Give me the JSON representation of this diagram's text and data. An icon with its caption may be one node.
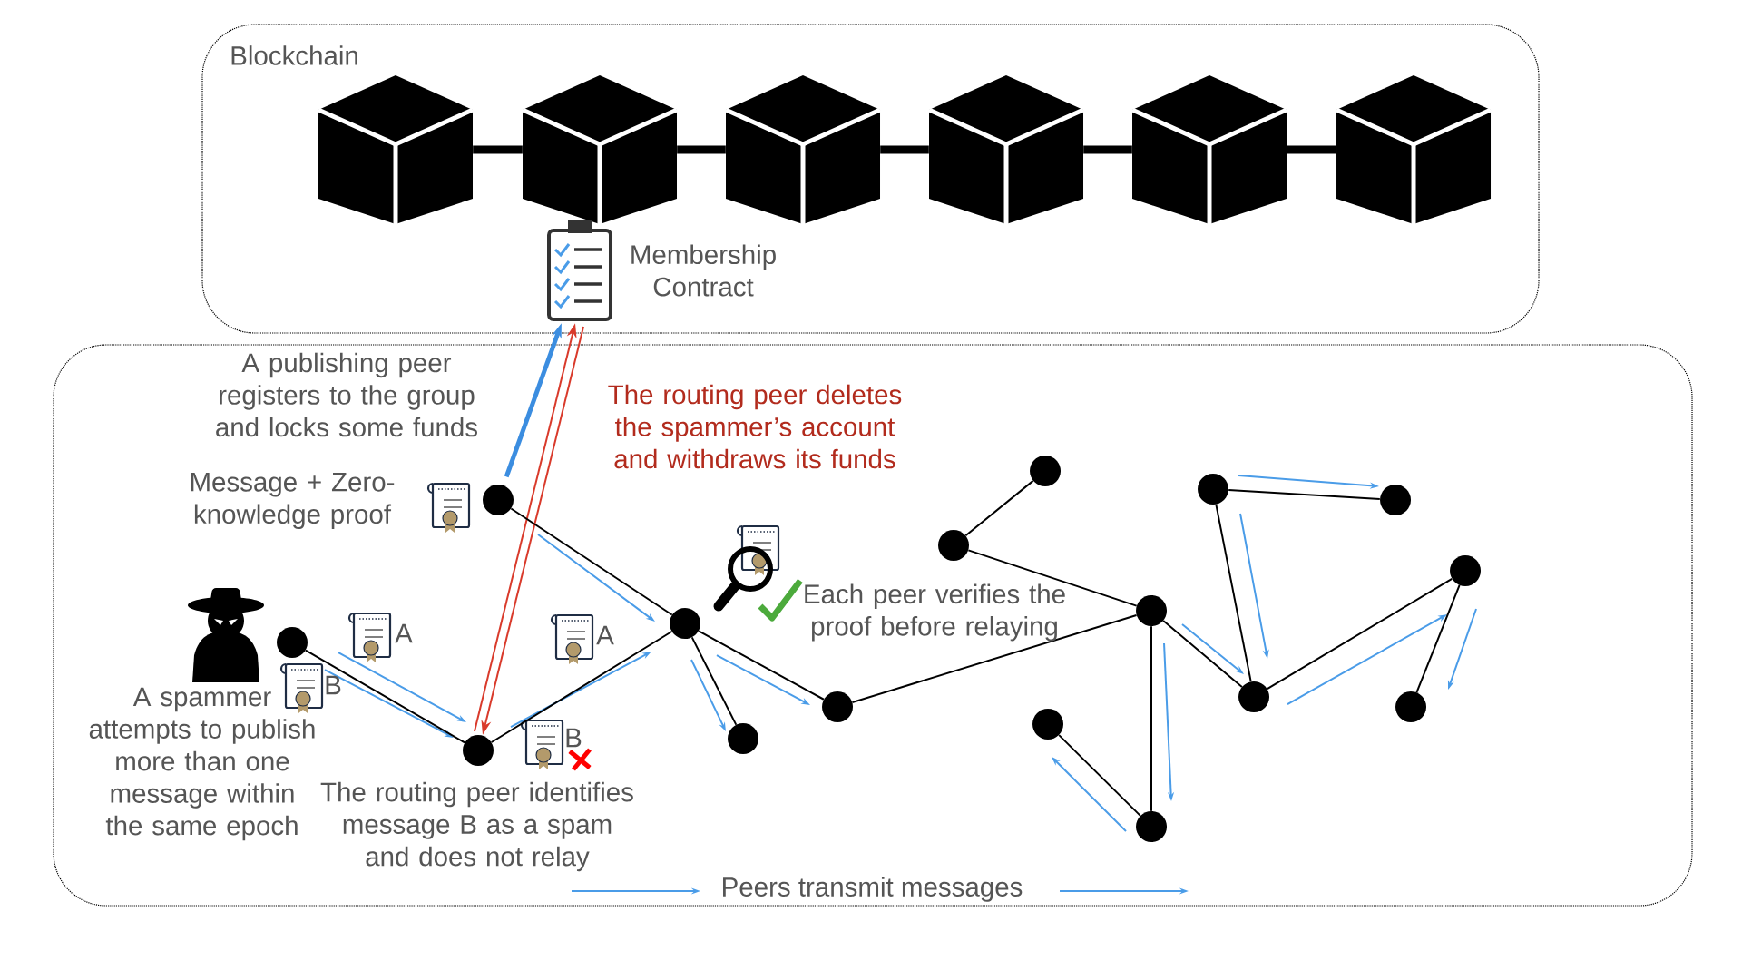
{
  "diagram": {
    "nodes": [
      {
        "text": [
          "Blockchain"
        ]
      },
      {
        "text": [],
        "shape": "cube",
        "in": 0
      },
      {
        "text": [],
        "shape": "cube",
        "in": 0
      },
      {
        "text": [],
        "shape": "cube",
        "in": 0
      },
      {
        "text": [],
        "shape": "cube",
        "in": 0
      },
      {
        "text": [],
        "shape": "cube",
        "in": 0
      },
      {
        "text": [],
        "shape": "cube",
        "in": 0
      },
      {
        "text": [],
        "shape": "picture",
        "in": 0,
        "beside": [
          "Membership Contract"
        ]
      },
      {
        "text": [],
        "shape": "box"
      },
      {
        "text": [],
        "shape": "circle",
        "in": 8
      },
      {
        "text": [],
        "shape": "circle",
        "in": 8
      },
      {
        "text": [],
        "shape": "circle",
        "in": 8
      },
      {
        "text": [],
        "shape": "circle",
        "in": 8
      },
      {
        "text": [],
        "shape": "circle",
        "in": 8
      },
      {
        "text": [],
        "shape": "circle",
        "in": 8
      },
      {
        "text": [],
        "shape": "circle",
        "in": 8
      },
      {
        "text": [],
        "shape": "circle",
        "in": 8
      },
      {
        "text": [],
        "shape": "circle",
        "in": 8
      },
      {
        "text": [],
        "shape": "circle",
        "in": 8
      },
      {
        "text": [],
        "shape": "circle",
        "in": 8
      },
      {
        "text": [],
        "shape": "circle",
        "in": 8
      },
      {
        "text": [],
        "shape": "circle",
        "in": 8
      },
      {
        "text": [],
        "shape": "circle",
        "in": 8
      },
      {
        "text": [],
        "shape": "circle",
        "in": 8
      },
      {
        "text": [],
        "shape": "circle",
        "in": 8
      }
    ],
    "edges": [
      {
        "from": 1,
        "to": 2,
        "arrow": "none",
        "style": "thick"
      },
      {
        "from": 2,
        "to": 3,
        "arrow": "none",
        "style": "thick"
      },
      {
        "from": 3,
        "to": 4,
        "arrow": "none",
        "style": "thick"
      },
      {
        "from": 4,
        "to": 5,
        "arrow": "none",
        "style": "thick"
      },
      {
        "from": 5,
        "to": 6,
        "arrow": "none",
        "style": "thick"
      },
      {
        "from": 9,
        "to": 7,
        "arrow": "to",
        "style": "thick",
        "color": "#3b8de0"
      },
      {
        "from": 7,
        "to": 11,
        "arrow": "to",
        "color": "#d93a2b"
      },
      {
        "from": 11,
        "to": 7,
        "arrow": "to",
        "color": "#d93a2b"
      },
      {
        "from": 9,
        "to": 12,
        "arrow": "none"
      },
      {
        "from": 10,
        "to": 11,
        "arrow": "none"
      },
      {
        "from": 11,
        "to": 12,
        "arrow": "none"
      },
      {
        "from": 12,
        "to": 13,
        "arrow": "none"
      },
      {
        "from": 12,
        "to": 14,
        "arrow": "none"
      },
      {
        "from": 14,
        "to": 17,
        "arrow": "none"
      },
      {
        "from": 15,
        "to": 16,
        "arrow": "none"
      },
      {
        "from": 15,
        "to": 17,
        "arrow": "none"
      },
      {
        "from": 17,
        "to": 19,
        "arrow": "none"
      },
      {
        "from": 19,
        "to": 18,
        "arrow": "none"
      },
      {
        "from": 17,
        "to": 22,
        "arrow": "none"
      },
      {
        "from": 20,
        "to": 21,
        "arrow": "none"
      },
      {
        "from": 20,
        "to": 22,
        "arrow": "none"
      },
      {
        "from": 22,
        "to": 23,
        "arrow": "none"
      },
      {
        "from": 23,
        "to": 24,
        "arrow": "none"
      }
    ],
    "labels": [
      "A publishing peer registers to the group and locks some funds",
      "The routing peer deletes the spammer’s account and withdraws its funds",
      "Message + Zero-knowledge proof",
      "Each peer verifies the proof before relaying",
      "A",
      "A",
      "B",
      "A spammer attempts to publish more than one message within the same epoch",
      "B",
      "The routing peer identifies message B as a spam and does not relay",
      "Peers transmit messages"
    ]
  }
}
